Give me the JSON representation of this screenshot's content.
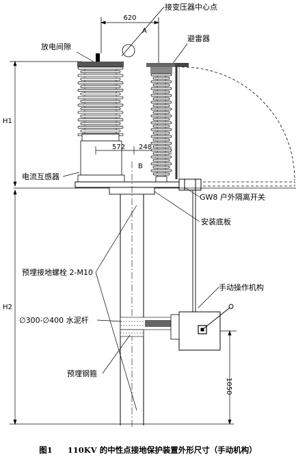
{
  "labels": {
    "dim_620": "620",
    "transformer_center": "接变压器中心点",
    "point_a": "A",
    "discharge_gap": "放电间隙",
    "arrester": "避雷器",
    "h1": "H1",
    "dim_572": "572",
    "dim_248": "248",
    "point_b": "B",
    "current_transformer": "电流互感器",
    "gw8_switch": "GW8 户外隔离开关",
    "base_plate": "安装底板",
    "ground_bolt": "预埋接地螺栓 2-M10",
    "manual_mechanism": "手动操作机构",
    "h2": "H2",
    "pole": "∅300-∅400 水泥杆",
    "steel_hoop": "预埋钢箍",
    "dim_1050": "1050"
  },
  "caption": {
    "number": "图1",
    "title": "110KV 的中性点接地保护装置外形尺寸（手动机构）"
  }
}
